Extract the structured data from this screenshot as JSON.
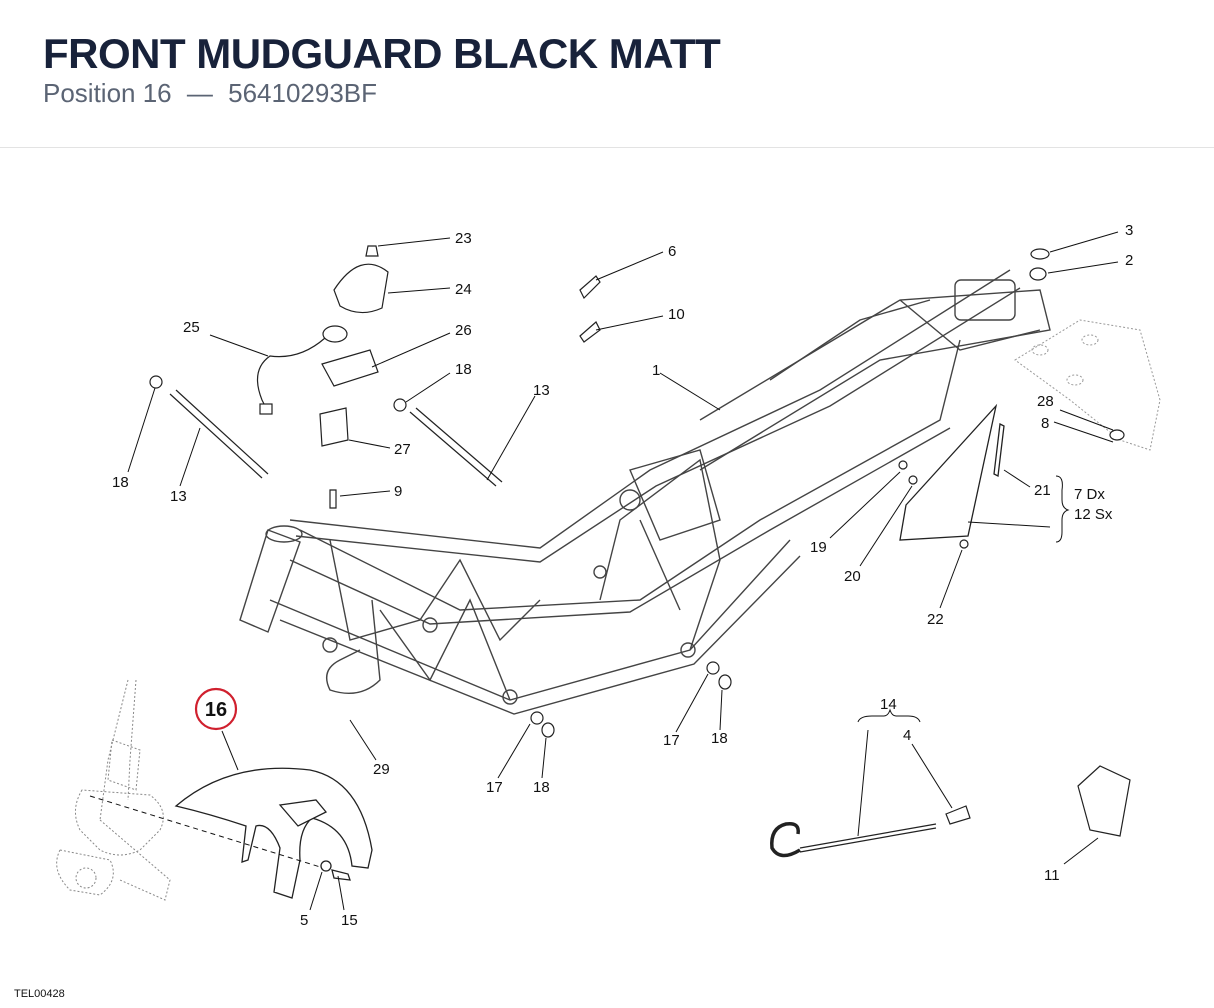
{
  "header": {
    "title": "FRONT MUDGUARD BLACK MATT",
    "position_label": "Position 16",
    "separator": "—",
    "part_number": "56410293BF"
  },
  "diagram": {
    "highlight_color": "#d0202e",
    "callouts": {
      "c1": "1",
      "c2": "2",
      "c3": "3",
      "c4": "4",
      "c5": "5",
      "c6": "6",
      "c8": "8",
      "c9": "9",
      "c10": "10",
      "c11": "11",
      "c13a": "13",
      "c13b": "13",
      "c14": "14",
      "c15": "15",
      "c16": "16",
      "c17a": "17",
      "c17b": "17",
      "c18a": "18",
      "c18b": "18",
      "c18c": "18",
      "c18d": "18",
      "c19": "19",
      "c20": "20",
      "c21": "21",
      "c22": "22",
      "c23": "23",
      "c24": "24",
      "c25": "25",
      "c26": "26",
      "c27": "27",
      "c28": "28",
      "c29": "29"
    },
    "side_dx": "7 Dx",
    "side_sx": "12 Sx",
    "drawing_code": "TEL00428"
  }
}
